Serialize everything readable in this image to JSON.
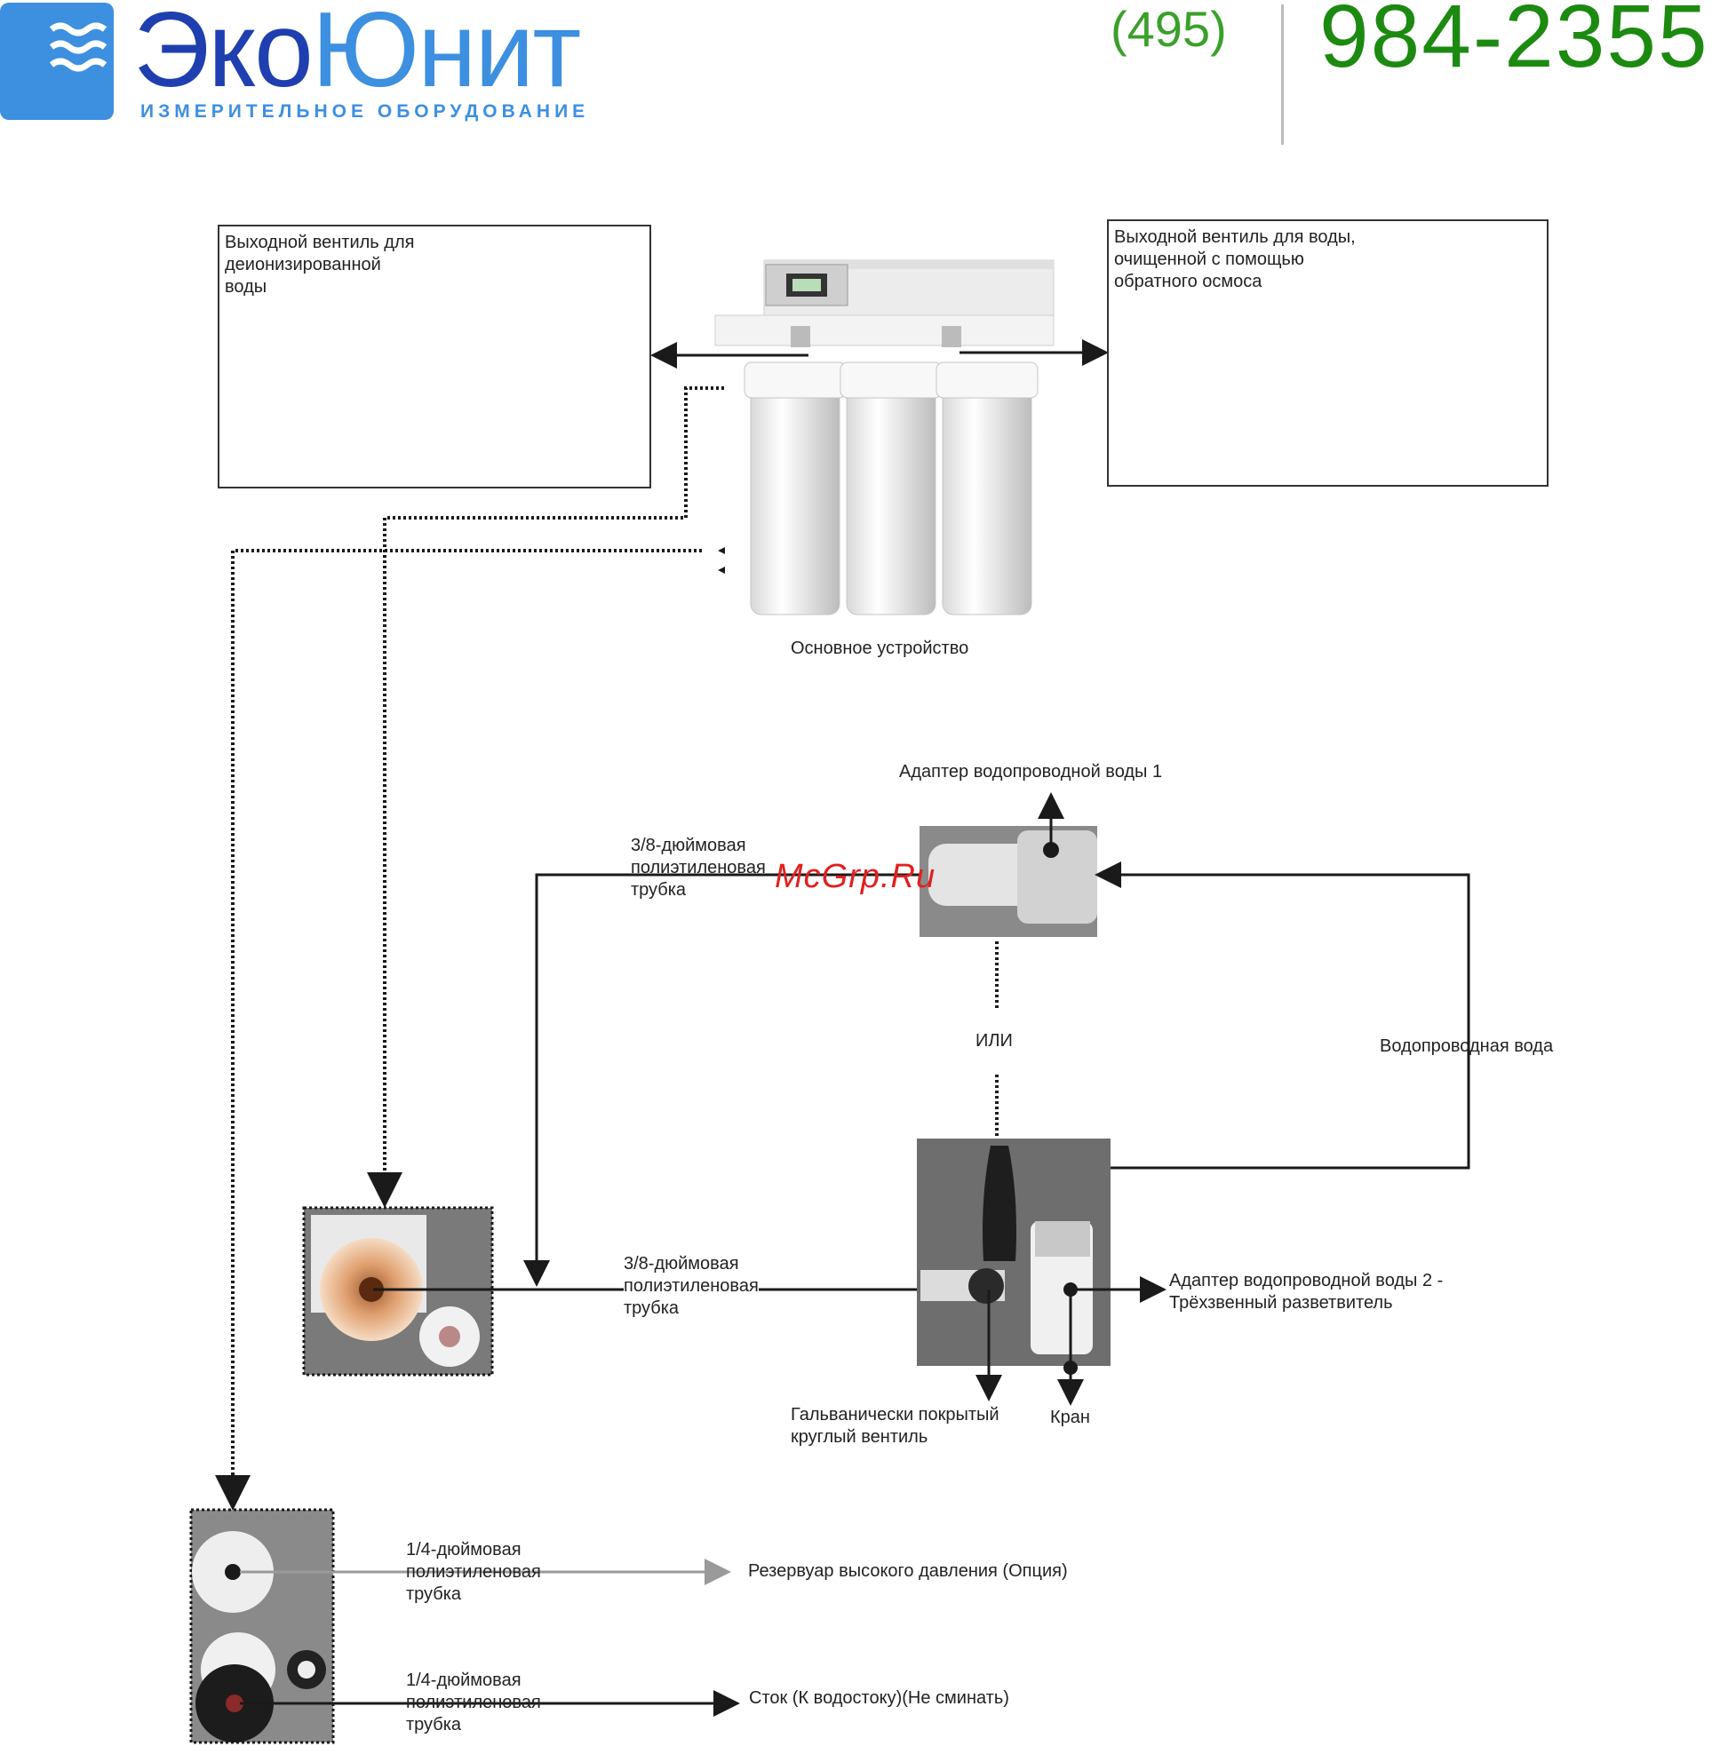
{
  "header": {
    "logo_name_part1": "Эко",
    "logo_name_part2": "Юнит",
    "logo_subtitle": "ИЗМЕРИТЕЛЬНОЕ ОБОРУДОВАНИЕ",
    "phone_code": "(495)",
    "phone_number": "984-2355"
  },
  "labels": {
    "outlet_di": "Выходной вентиль для\nдеионизированной\nводы",
    "outlet_ro": "Выходной вентиль для воды,\nочищенной с помощью\nобратного осмоса",
    "main_unit": "Основное устройство",
    "adapter1": "Адаптер водопроводной воды 1",
    "tube_38_top": "3/8-дюймовая\nполиэтиленовая\nтрубка",
    "or": "ИЛИ",
    "tap_water": "Водопроводная вода",
    "tube_38_mid": "3/8-дюймовая\nполиэтиленовая\nтрубка",
    "adapter2": "Адаптер водопроводной воды 2 -\nТрёхзвенный разветвитель",
    "galvanized_valve": "Гальванически покрытый\nкруглый вентиль",
    "faucet": "Кран",
    "tube_14_top": "1/4-дюймовая\nполиэтиленовая\nтрубка",
    "tank": "Резервуар высокого давления (Опция)",
    "tube_14_bottom": "1/4-дюймовая\nполиэтиленовая\nтрубка",
    "drain": "Сток (К водостоку)(Не сминать)"
  },
  "watermark": "McGrp.Ru",
  "colors": {
    "logo_dark_blue": "#1f3fb0",
    "logo_light_blue": "#3d8fe0",
    "phone_green": "#1c8a10",
    "line": "#1a1a1a",
    "watermark": "#e02020"
  }
}
